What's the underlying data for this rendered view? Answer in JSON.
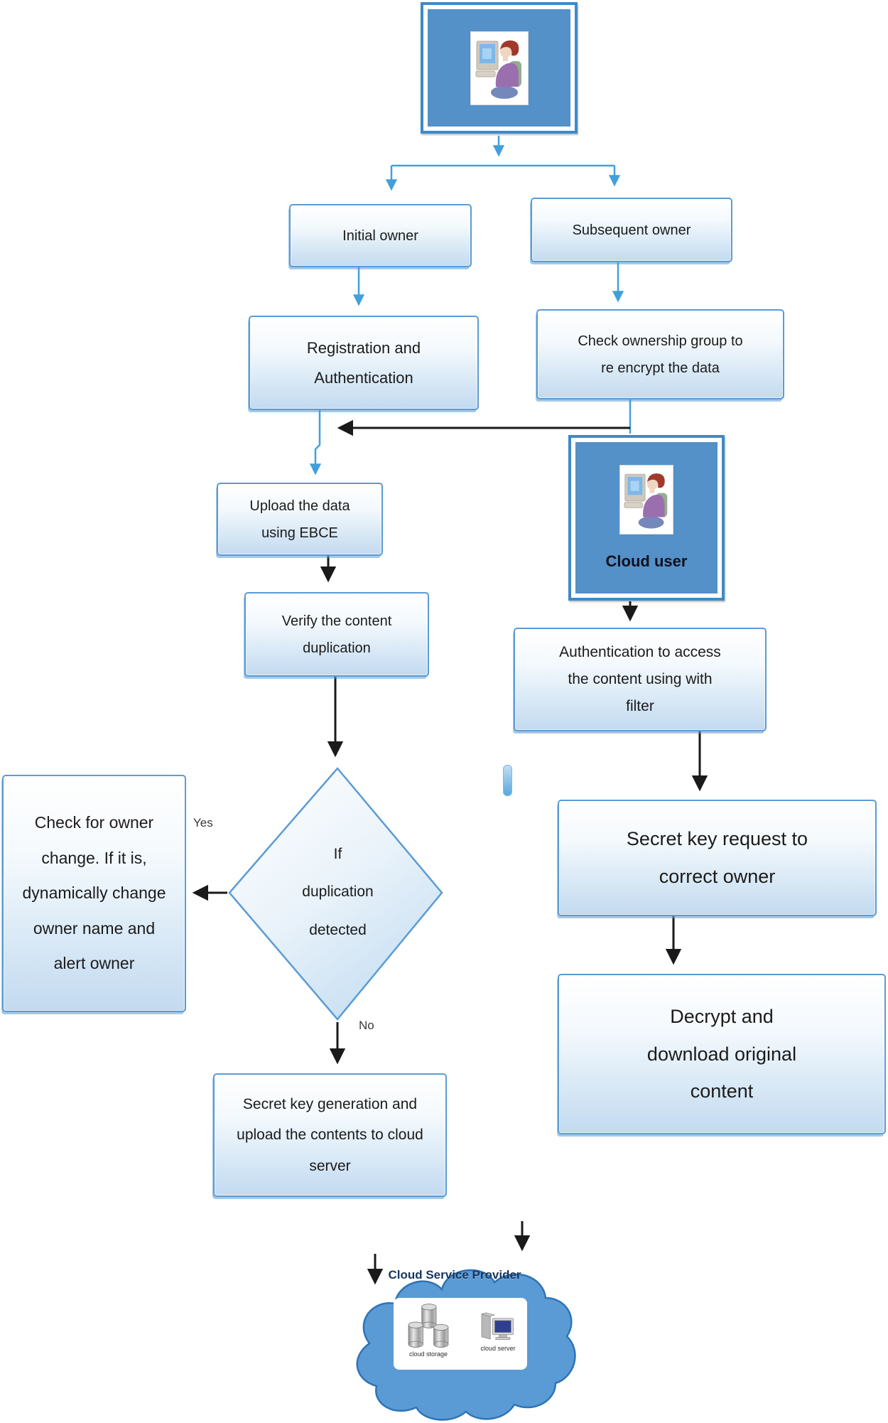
{
  "palette": {
    "box_border": "#5b9bd5",
    "box_fill_bottom": "#c3daf0",
    "frame_blue": "#3e8ac8",
    "frame_fill": "#5391c8",
    "connector_blue": "#41a0dc",
    "connector_black": "#1a1a1a",
    "cloud_blue": "#5b9bd5",
    "cloud_outline": "#2e74b5",
    "csp_text": "#17375e"
  },
  "nodes": {
    "initial_owner": {
      "label": "Initial owner"
    },
    "subsequent_owner": {
      "label": "Subsequent owner"
    },
    "registration": {
      "label": "Registration and\nAuthentication"
    },
    "check_ownership": {
      "label": "Check ownership group to\nre encrypt the data"
    },
    "upload_data": {
      "label": "Upload the data\nusing EBCE"
    },
    "verify_duplication": {
      "label": "Verify the content\nduplication"
    },
    "cloud_user": {
      "label": "Cloud user"
    },
    "authentication_access": {
      "label": "Authentication to access\nthe content using with\nfilter"
    },
    "duplication_decision": {
      "label": "If\nduplication\ndetected"
    },
    "owner_change": {
      "label": "Check for owner\nchange. If it is,\ndynamically change\nowner name and\nalert owner"
    },
    "secret_key_generation": {
      "label": "Secret key generation and\nupload the contents to cloud\nserver"
    },
    "secret_key_request": {
      "label": "Secret key request to\ncorrect owner"
    },
    "decrypt_download": {
      "label": "Decrypt and\ndownload original\ncontent"
    }
  },
  "edge_labels": {
    "yes": "Yes",
    "no": "No"
  },
  "cloud_provider": {
    "label": "Cloud Service Provider",
    "storage_caption": "cloud storage",
    "server_caption": "cloud server"
  },
  "icons": {
    "top_frame": "person-at-computer-icon",
    "cloud_user_frame": "person-at-computer-icon",
    "storage": "storage-cylinders-icon",
    "server": "computer-server-icon"
  }
}
